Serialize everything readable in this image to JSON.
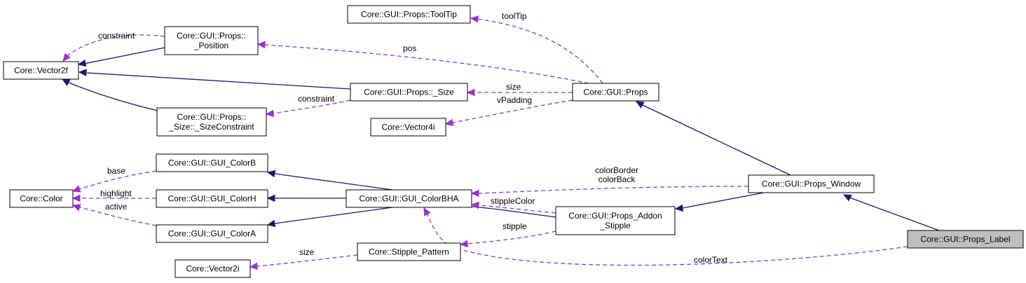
{
  "nodes": {
    "tooltip": [
      "Core::GUI::Props::ToolTip"
    ],
    "position": [
      "Core::GUI::Props::",
      "_Position"
    ],
    "vector2f": [
      "Core::Vector2f"
    ],
    "size": [
      "Core::GUI::Props::_Size"
    ],
    "props": [
      "Core::GUI::Props"
    ],
    "sizeconstraint": [
      "Core::GUI::Props::",
      "_Size::_SizeConstraint"
    ],
    "vector4i": [
      "Core::Vector4i"
    ],
    "colorb": [
      "Core::GUI::GUI_ColorB"
    ],
    "color": [
      "Core::Color"
    ],
    "colorh": [
      "Core::GUI::GUI_ColorH"
    ],
    "colorbha": [
      "Core::GUI::GUI_ColorBHA"
    ],
    "propswindow": [
      "Core::GUI::Props_Window"
    ],
    "colora": [
      "Core::GUI::GUI_ColorA"
    ],
    "addonstipple": [
      "Core::GUI::Props_Addon",
      "_Stipple"
    ],
    "propslabel": [
      "Core::GUI::Props_Label"
    ],
    "stipplepattern": [
      "Core::Stipple_Pattern"
    ],
    "vector2i": [
      "Core::Vector2i"
    ]
  },
  "edge_labels": {
    "tooltip": [
      "toolTip"
    ],
    "constraint_pos": [
      "constraint"
    ],
    "pos": [
      "pos"
    ],
    "size": [
      "size"
    ],
    "constraint_size": [
      "constraint"
    ],
    "vpadding": [
      "vPadding"
    ],
    "base": [
      "base"
    ],
    "highlight": [
      "highlight"
    ],
    "active": [
      "active"
    ],
    "colorborder_back": [
      "colorBorder",
      "colorBack"
    ],
    "stipplecolor": [
      "stippleColor"
    ],
    "stipple": [
      "stipple"
    ],
    "size_stipple": [
      "size"
    ],
    "colortext": [
      "colorText"
    ]
  }
}
